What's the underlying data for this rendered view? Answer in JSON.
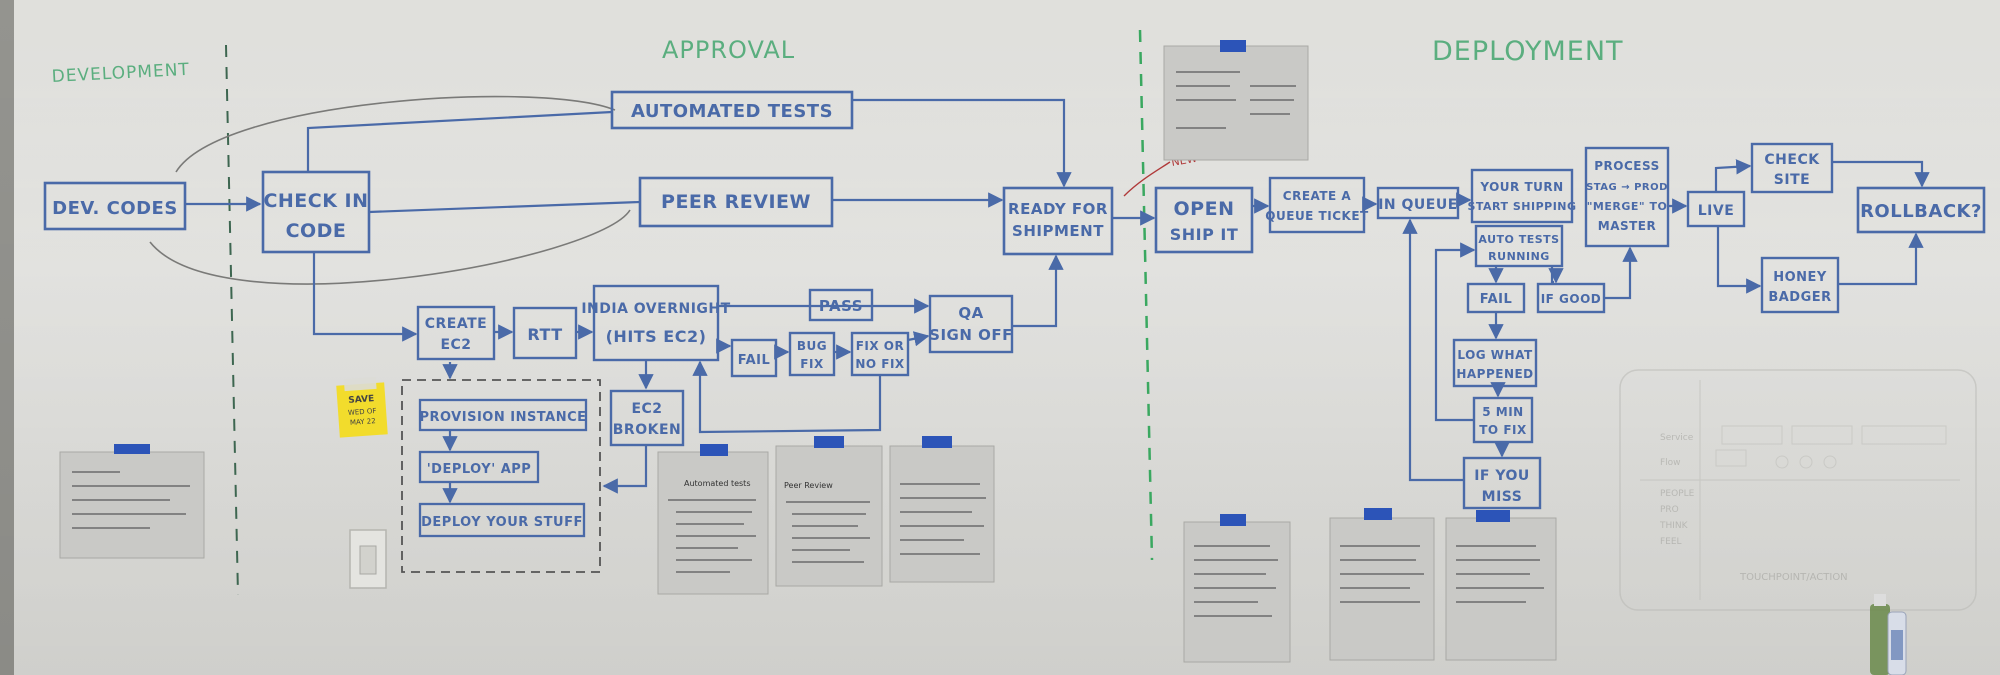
{
  "colors": {
    "marker_blue": "#4a6aa8",
    "marker_green": "#5bae7f",
    "marker_red": "#b03a3a",
    "tape_blue": "#2c54b8",
    "sticky_yellow": "#f2dc2c",
    "board": "#ececE8"
  },
  "sections": {
    "development": "DEVELOPMENT",
    "approval": "APPROVAL",
    "deployment": "DEPLOYMENT"
  },
  "nodes": {
    "dev_codes": "DEV. CODES",
    "check_in_1": "CHECK IN",
    "check_in_2": "CODE",
    "automated_tests": "AUTOMATED TESTS",
    "peer_review": "PEER REVIEW",
    "ready_1": "READY FOR",
    "ready_2": "SHIPMENT",
    "create_ec2_1": "CREATE",
    "create_ec2_2": "EC2",
    "rtt": "RTT",
    "india_1": "INDIA OVERNIGHT",
    "india_2": "(HITS EC2)",
    "pass": "PASS",
    "qa_1": "QA",
    "qa_2": "SIGN OFF",
    "fail_1": "FAIL",
    "bug_fix_1": "BUG",
    "bug_fix_2": "FIX",
    "fix_or_1": "FIX OR",
    "fix_or_2": "NO FIX",
    "ec2_broken_1": "EC2",
    "ec2_broken_2": "BROKEN",
    "provision": "PROVISION INSTANCE",
    "deploy_app": "'DEPLOY' APP",
    "deploy_stuff": "DEPLOY YOUR STUFF",
    "open_ship_1": "OPEN",
    "open_ship_2": "SHIP IT",
    "new_step": "NEW STEP",
    "queue_ticket_1": "CREATE A",
    "queue_ticket_2": "QUEUE TICKET",
    "in_queue": "IN QUEUE",
    "your_turn_1": "YOUR TURN",
    "your_turn_2": "START SHIPPING",
    "auto_tests_1": "AUTO TESTS",
    "auto_tests_2": "RUNNING",
    "fail_2": "FAIL",
    "if_good": "IF GOOD",
    "log_1": "LOG WHAT",
    "log_2": "HAPPENED",
    "five_min_1": "5 MIN",
    "five_min_2": "TO FIX",
    "if_you_1": "IF YOU",
    "if_you_2": "MISS",
    "process_1": "PROCESS",
    "process_2": "STAG → PROD",
    "process_3": "\"MERGE\" TO",
    "process_4": "MASTER",
    "live": "LIVE",
    "check_site_1": "CHECK",
    "check_site_2": "SITE",
    "honey_badger_1": "HONEY",
    "honey_badger_2": "BADGER",
    "rollback": "ROLLBACK?"
  },
  "sticky_note": {
    "line1": "SAVE",
    "line2": "WED OF",
    "line3": "MAY 22"
  },
  "papers": {
    "automated_tests_title": "Automated tests",
    "peer_review_title": "Peer Review"
  },
  "faint_sketch": {
    "row1": "Service",
    "row2": "Flow",
    "row3": "PEOPLE",
    "row4": "PRO",
    "row5": "THINK",
    "row6": "FEEL",
    "footer": "TOUCHPOINT/ACTION"
  }
}
